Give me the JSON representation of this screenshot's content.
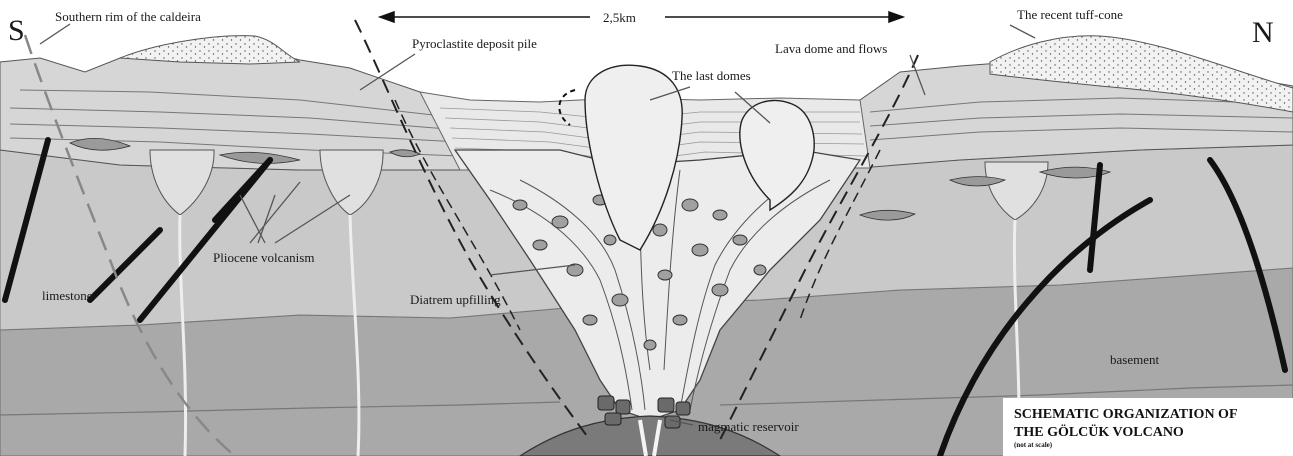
{
  "labels": {
    "south": "S",
    "north": "N",
    "scale": "2,5km",
    "southern_rim": "Southern rim of the caldeira",
    "pyroclastite": "Pyroclastite deposit pile",
    "recent_tuff_cone": "The recent tuff-cone",
    "lava_dome": "Lava dome and flows",
    "last_domes": "The last domes",
    "pliocene": "Pliocene volcanism",
    "limestone": "limestone",
    "diatrem": "Diatrem upfilling",
    "basement": "basement",
    "reservoir": "magmatic reservoir"
  },
  "title": {
    "line1": "SCHEMATIC ORGANIZATION OF",
    "line2": "THE GÖLCÜK VOLCANO",
    "note": "(not at scale)"
  },
  "colors": {
    "basement": "#a9a9a9",
    "limestone": "#c8c8c8",
    "layers": "#d4d4d4",
    "crater_fill": "#e4e4e4",
    "dome": "#efefef",
    "reservoir": "#7a7a7a",
    "fault": "#111111"
  }
}
